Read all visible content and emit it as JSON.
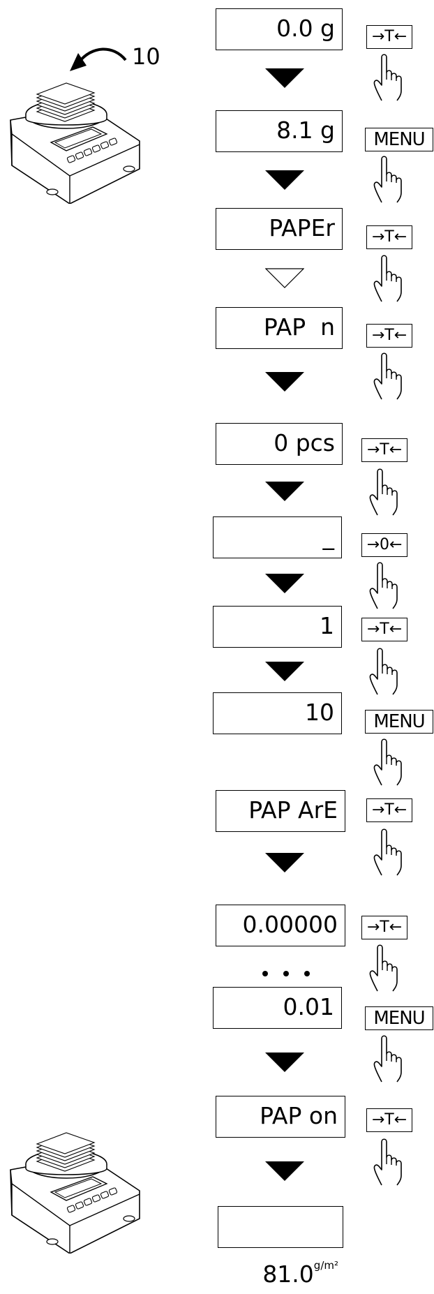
{
  "callout": "10",
  "steps": [
    {
      "display": "0.0 g",
      "key": "→T←",
      "arrow": "filled"
    },
    {
      "display": "8.1 g",
      "key": "MENU",
      "arrow": "filled"
    },
    {
      "display": "PAPEr",
      "key": "→T←",
      "arrow": "outline"
    },
    {
      "display": "PAP  n",
      "key": "→T←",
      "arrow": "filled"
    },
    {
      "display": "0 pcs",
      "key": "→T←",
      "arrow": "filled"
    },
    {
      "display": "_",
      "key": "→0←",
      "arrow": "filled"
    },
    {
      "display": "1",
      "key": "→T←",
      "arrow": "filled"
    },
    {
      "display": "10",
      "key": "MENU",
      "arrow": "none"
    },
    {
      "display": "PAP ArE",
      "key": "→T←",
      "arrow": "filled"
    },
    {
      "display": "0.00000",
      "key": "→T←",
      "arrow": "dots"
    },
    {
      "display": "0.01",
      "key": "MENU",
      "arrow": "filled"
    },
    {
      "display": "PAP on",
      "key": "→T←",
      "arrow": "filled"
    }
  ],
  "final_display": {
    "value": "81.0",
    "unit": "g/m²"
  },
  "icons": [
    "balance-with-paper-icon",
    "curved-arrow-icon",
    "pointing-hand-icon",
    "down-arrow-icon"
  ]
}
